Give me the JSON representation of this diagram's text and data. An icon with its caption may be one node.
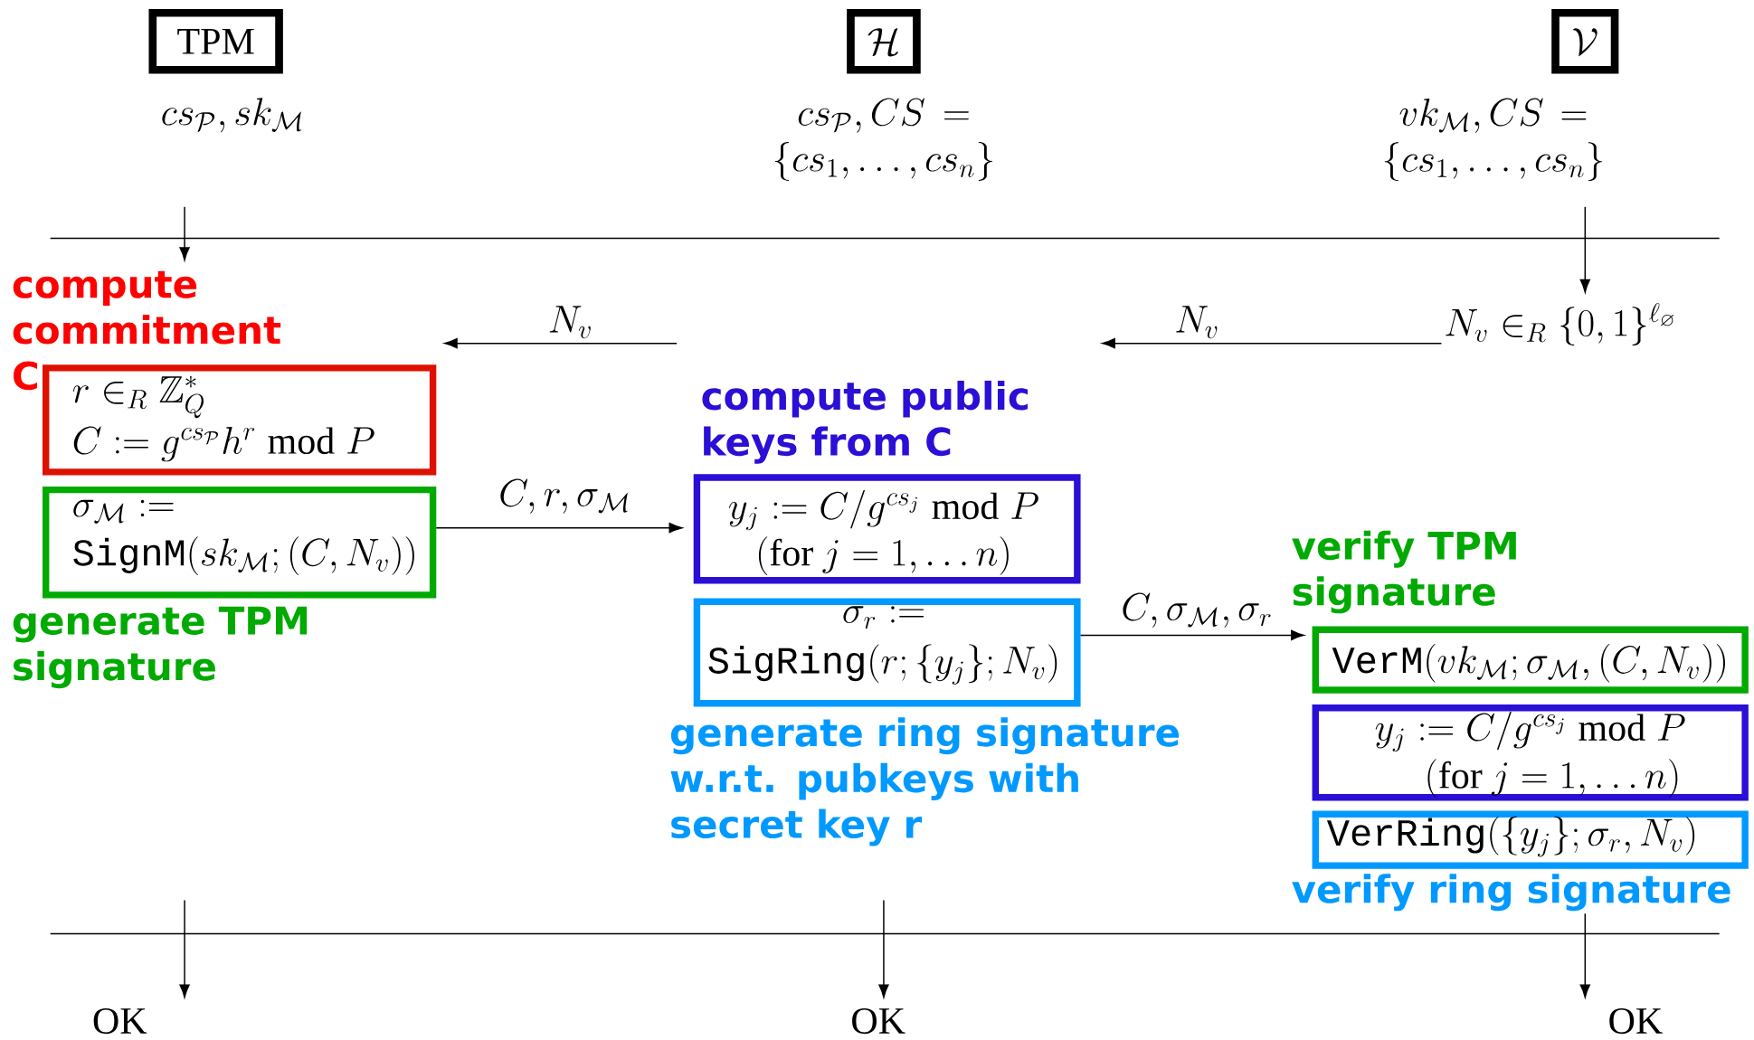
{
  "diagram": {
    "nodes": [
      {
        "text": [
          "TPM"
        ],
        "beside": [
          "cs_{\\mathcal{P}}, sk_{\\mathcal{M}}"
        ]
      },
      {
        "text": [
          "\\mathcal{H}"
        ],
        "beside": [
          "cs_{\\mathcal{P}}, CS = \\{cs_1, \\ldots, cs_n\\}"
        ]
      },
      {
        "text": [
          "\\mathcal{V}"
        ],
        "beside": [
          "vk_{\\mathcal{M}}, CS = \\{cs_1, \\ldots, cs_n\\}"
        ]
      },
      {
        "text": [
          "compute commitment C",
          "r \\in_R \\mathbb{Z}_Q^*",
          "C := g^{cs_{\\mathcal{P}}} h^r \\bmod P"
        ]
      },
      {
        "text": [
          "\\sigma_{\\mathcal{M}} :=",
          "\\mathtt{SignM}(sk_{\\mathcal{M}}; (C, N_v))",
          "generate TPM signature"
        ]
      },
      {
        "text": [
          "compute public keys from C",
          "y_j := C / g^{cs_j} \\bmod P",
          "(\\mathrm{for}\\ j = 1, \\ldots n)"
        ]
      },
      {
        "text": [
          "\\sigma_r :=",
          "\\mathtt{SigRing}(r; \\{y_j\\}; N_v)",
          "generate ring signature w.r.t. pubkeys with secret key r"
        ]
      },
      {
        "text": [
          "verify TPM signature",
          "\\mathtt{VerM}(vk_{\\mathcal{M}}; \\sigma_{\\mathcal{M}}, (C, N_v))"
        ]
      },
      {
        "text": [
          "y_j := C / g^{cs_j} \\bmod P",
          "(\\mathrm{for}\\ j = 1, \\ldots n)"
        ]
      },
      {
        "text": [
          "\\mathtt{VerRing}(\\{y_j\\}; \\sigma_r, N_v)",
          "verify ring signature"
        ]
      },
      {
        "text": [
          "N_v \\in_R \\{0,1\\}^{\\ell_\\varnothing}"
        ]
      },
      {
        "text": [
          "OK"
        ]
      },
      {
        "text": [
          "OK"
        ]
      },
      {
        "text": [
          "OK"
        ]
      }
    ],
    "edges": [
      {
        "from": null,
        "to": 3,
        "arrow": "to"
      },
      {
        "from": null,
        "to": 10,
        "arrow": "to"
      },
      {
        "from": 10,
        "to": null,
        "arrow": "to",
        "label": "N_v"
      },
      {
        "from": null,
        "to": 3,
        "arrow": "to",
        "label": "N_v"
      },
      {
        "from": 4,
        "to": 5,
        "arrow": "to",
        "label": "C, r, \\sigma_{\\mathcal{M}}"
      },
      {
        "from": 6,
        "to": 7,
        "arrow": "to",
        "label": "C, \\sigma_{\\mathcal{M}}, \\sigma_r"
      },
      {
        "from": null,
        "to": 11,
        "arrow": "to"
      },
      {
        "from": null,
        "to": 12,
        "arrow": "to"
      },
      {
        "from": 9,
        "to": 13,
        "arrow": "to"
      }
    ]
  }
}
